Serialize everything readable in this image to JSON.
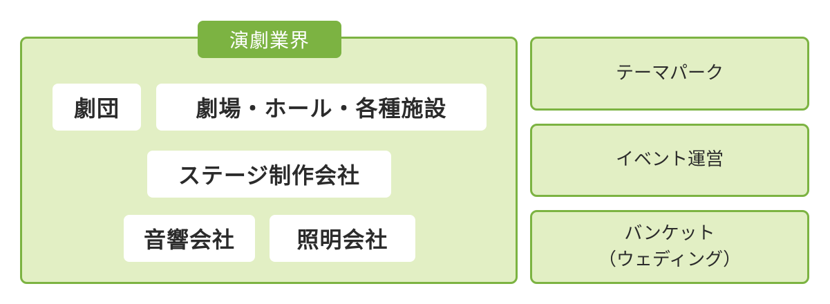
{
  "theater_industry": {
    "title": "演劇業界",
    "items": [
      {
        "label": "劇団"
      },
      {
        "label": "劇場・ホール・各種施設"
      },
      {
        "label": "ステージ制作会社"
      },
      {
        "label": "音響会社"
      },
      {
        "label": "照明会社"
      }
    ]
  },
  "other_industries": [
    {
      "label": "テーマパーク"
    },
    {
      "label": "イベント運営"
    },
    {
      "label_line1": "バンケット",
      "label_line2": "（ウェディング）"
    }
  ],
  "colors": {
    "accent_green": "#7cb342",
    "box_fill": "#e2efc4",
    "chip_fill": "#ffffff",
    "text": "#2b2b2b"
  }
}
